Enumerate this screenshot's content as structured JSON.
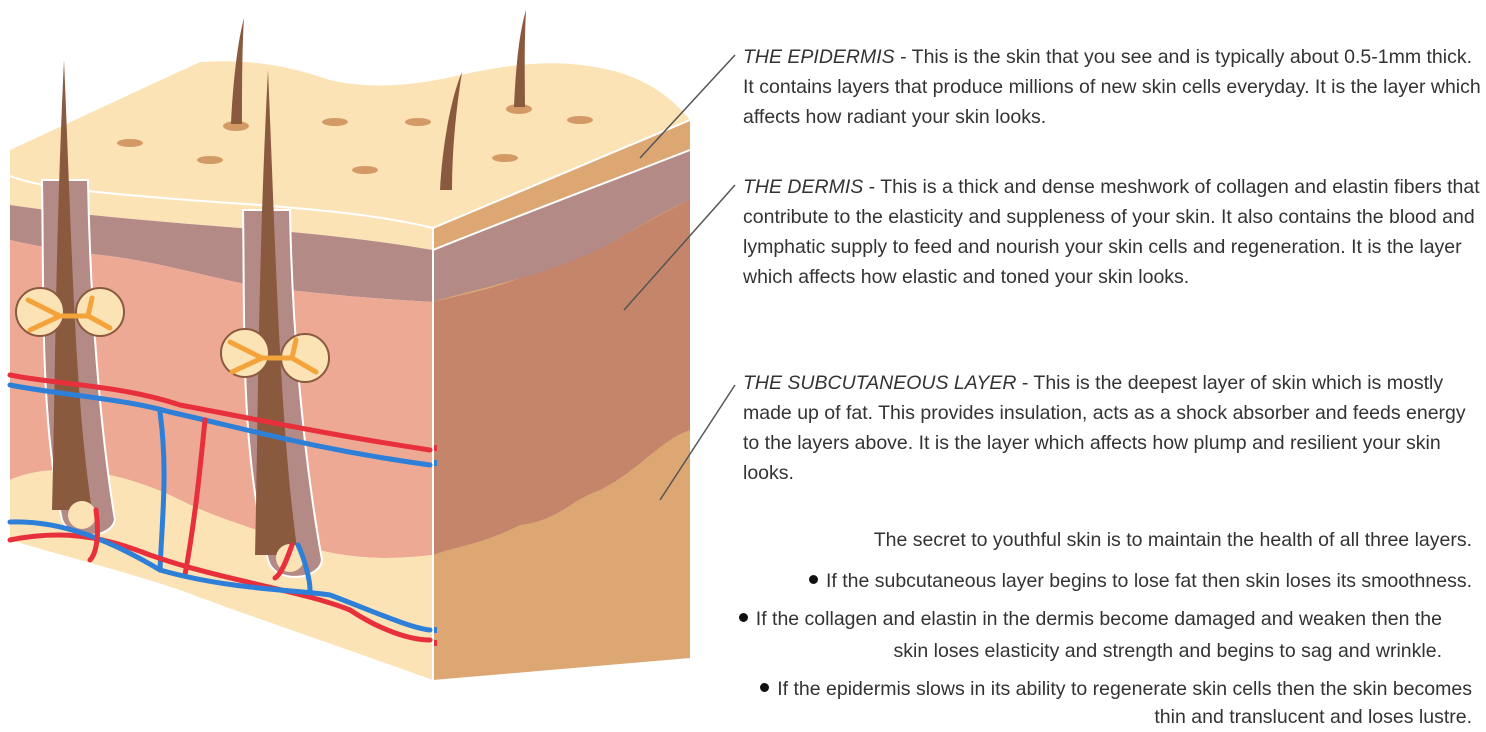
{
  "layers": [
    {
      "name": "THE EPIDERMIS",
      "separator": " - ",
      "description": "This is the skin that you see and is typically about 0.5-1mm thick.  It contains layers that produce millions of new skin cells everyday. It is the layer which affects how radiant your skin looks."
    },
    {
      "name": "THE DERMIS",
      "separator": " - ",
      "description": "This is a thick and dense meshwork of collagen and elastin fibers that contribute to the elasticity and suppleness of your skin. It also contains the blood and lymphatic supply to feed and nourish your skin cells and regeneration. It is the layer which affects how elastic and toned your skin looks."
    },
    {
      "name": "THE SUBCUTANEOUS LAYER",
      "separator": " - ",
      "description": "This is the deepest layer of skin which is mostly made up of fat. This provides insulation, acts as a shock absorber and feeds energy to the layers above. It is the layer which affects how plump and resilient your skin looks."
    }
  ],
  "summary": "The secret to youthful skin is to maintain the health of all three layers.",
  "bullets": [
    {
      "line1": "If the subcutaneous layer begins to lose fat then skin loses its smoothness.",
      "line2": ""
    },
    {
      "line1": "If the collagen and elastin in the dermis become damaged and weaken then the",
      "line2": "skin loses elasticity and strength and begins to sag and wrinkle."
    },
    {
      "line1": "If the epidermis slows in its ability to regenerate skin cells then the skin becomes",
      "line2": "thin and translucent and loses lustre."
    }
  ],
  "colors": {
    "epidermis_top": "#FBE3B6",
    "epidermis_side": "#DDA774",
    "dermis_upper": "#B48A87",
    "dermis_front": "#EDA994",
    "dermis_side": "#C4856B",
    "subcutaneous_front": "#FBE3B6",
    "subcutaneous_side": "#DDA774",
    "hair": "#8A5A3F",
    "gland": "#F3A33A",
    "artery": "#E8303C",
    "vein": "#2D7FD8"
  }
}
